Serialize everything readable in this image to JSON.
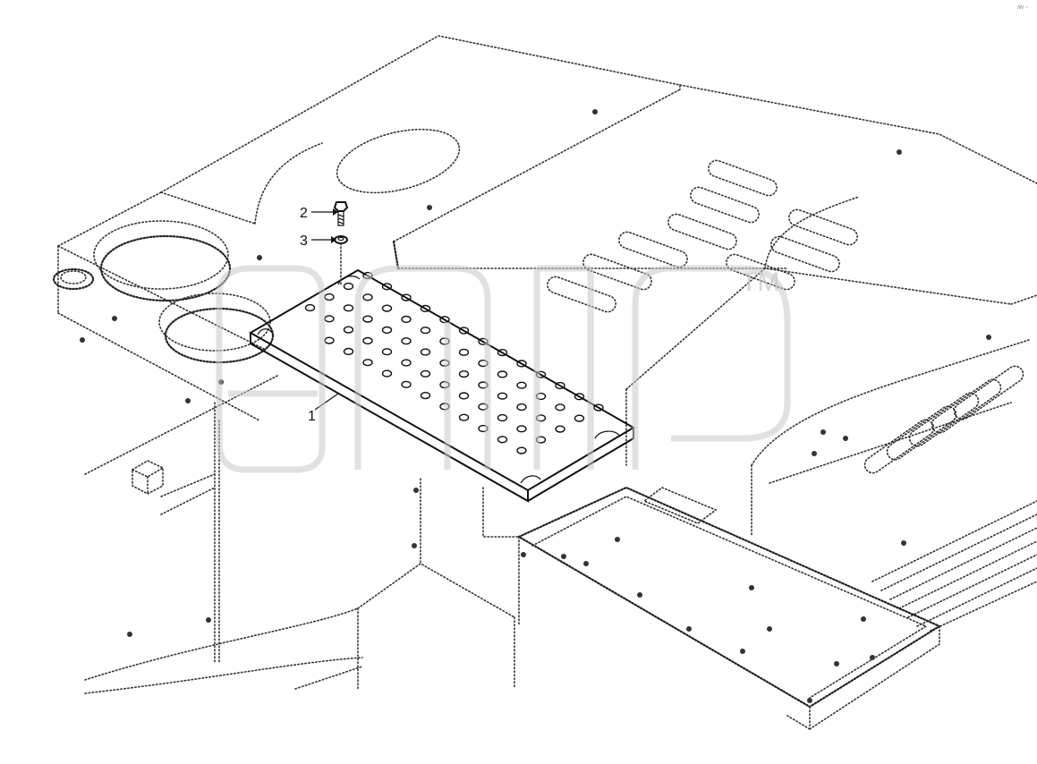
{
  "diagram": {
    "callouts": [
      {
        "id": "1",
        "label": "1",
        "part": "plate"
      },
      {
        "id": "2",
        "label": "2",
        "part": "bolt"
      },
      {
        "id": "3",
        "label": "3",
        "part": "washer"
      }
    ],
    "watermark": {
      "text": "ТМ"
    },
    "corner_mark": "ꟿ ~"
  }
}
